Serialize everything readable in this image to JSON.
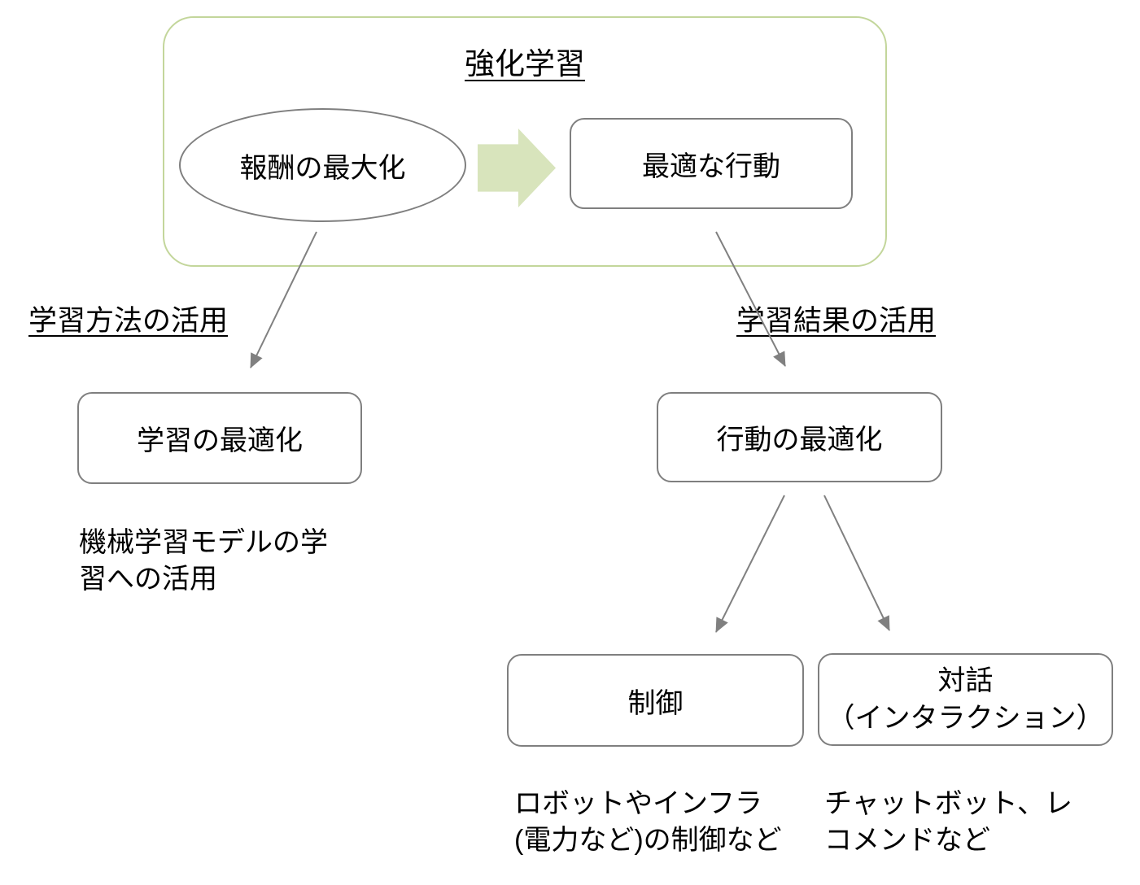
{
  "colors": {
    "page_bg": "#ffffff",
    "outer_border": "#c3d69b",
    "block_arrow_fill": "#d8e4bc",
    "shape_border": "#7f7f7f",
    "connector": "#808080",
    "text": "#000000"
  },
  "diagram": {
    "title": "強化学習",
    "nodes": {
      "reward": "報酬の最大化",
      "optimal_action": "最適な行動",
      "learning_optimization": "学習の最適化",
      "action_optimization": "行動の最適化",
      "control": "制御",
      "dialogue_line1": "対話",
      "dialogue_line2": "（インタラクション）"
    },
    "labels": {
      "method_use": "学習方法の活用",
      "result_use": "学習結果の活用"
    },
    "captions": {
      "learning_line1": "機械学習モデルの学",
      "learning_line2": "習への活用",
      "control_line1": "ロボットやインフラ",
      "control_line2": "(電力など)の制御など",
      "dialogue_line1": "チャットボット、レ",
      "dialogue_line2": "コメンドなど"
    },
    "icons": {
      "block_arrow": "right-block-arrow",
      "connectors": "down-arrow"
    }
  }
}
